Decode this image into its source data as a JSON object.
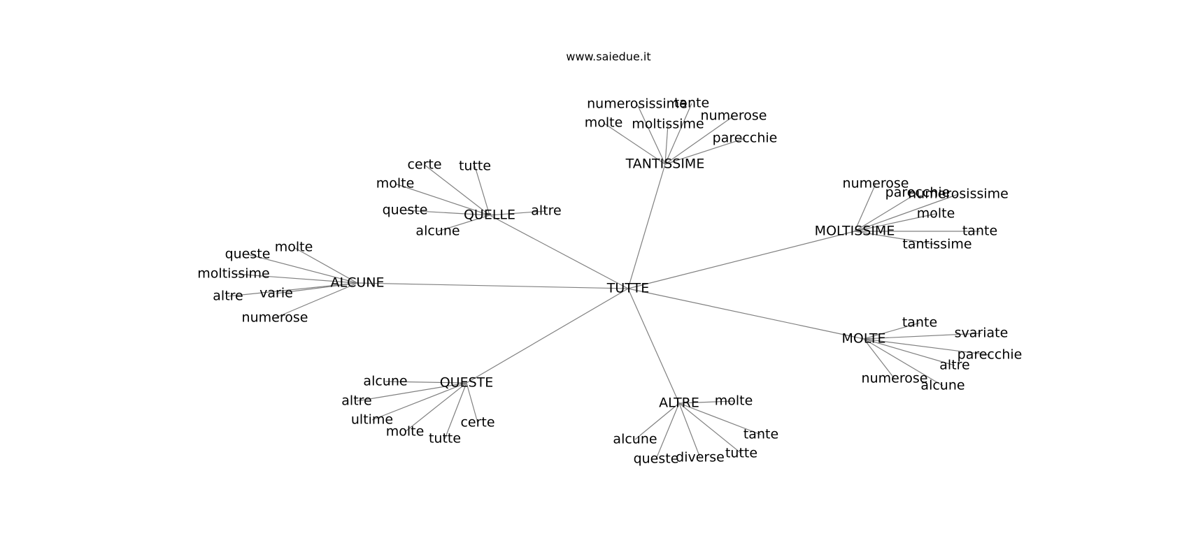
{
  "header": {
    "site": "www.saiedue.it"
  },
  "graph": {
    "root": "TUTTE",
    "hubs": [
      {
        "id": "tantissime",
        "label": "TANTISSIME",
        "leaves": [
          "numerosissime",
          "tante",
          "molte",
          "moltissime",
          "numerose",
          "parecchie"
        ]
      },
      {
        "id": "quelle",
        "label": "QUELLE",
        "leaves": [
          "certe",
          "tutte",
          "molte",
          "queste",
          "altre",
          "alcune"
        ]
      },
      {
        "id": "moltissime",
        "label": "MOLTISSIME",
        "leaves": [
          "numerose",
          "parecchie",
          "numerosissime",
          "molte",
          "tante",
          "tantissime"
        ]
      },
      {
        "id": "alcune",
        "label": "ALCUNE",
        "leaves": [
          "molte",
          "queste",
          "moltissime",
          "varie",
          "altre",
          "numerose"
        ]
      },
      {
        "id": "molte",
        "label": "MOLTE",
        "leaves": [
          "tante",
          "svariate",
          "parecchie",
          "altre",
          "numerose",
          "alcune"
        ]
      },
      {
        "id": "queste",
        "label": "QUESTE",
        "leaves": [
          "alcune",
          "altre",
          "ultime",
          "molte",
          "tutte",
          "certe"
        ]
      },
      {
        "id": "altre",
        "label": "ALTRE",
        "leaves": [
          "molte",
          "tante",
          "alcune",
          "queste",
          "diverse",
          "tutte"
        ]
      }
    ]
  }
}
